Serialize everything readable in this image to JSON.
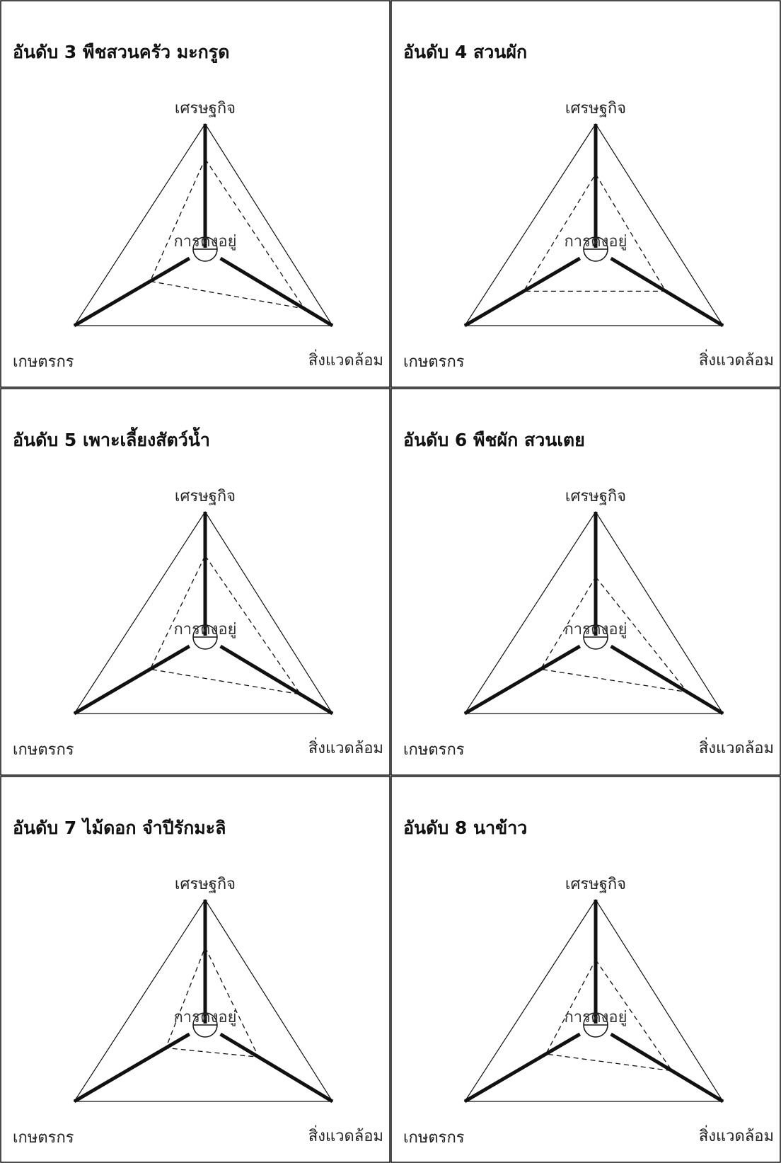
{
  "axis_labels": {
    "economy": "เศรษฐกิจ",
    "farmer": "เกษตรกร",
    "environment": "สิ่งแวดล้อม",
    "center": "การคงอยู่"
  },
  "cells": [
    {
      "title": "อันดับ 3 พืชสวนครัว  มะกรูด",
      "scores": {
        "economy": 0.72,
        "environment": 0.78,
        "farmer": 0.42
      }
    },
    {
      "title": "อันดับ 4 สวนผัก",
      "scores": {
        "economy": 0.6,
        "environment": 0.55,
        "farmer": 0.55
      }
    },
    {
      "title": "อันดับ 5 เพาะเลี้ยงสัตว์น้ำ",
      "scores": {
        "economy": 0.65,
        "environment": 0.75,
        "farmer": 0.42
      }
    },
    {
      "title": "อันดับ 6 พืชผัก สวนเตย",
      "scores": {
        "economy": 0.48,
        "environment": 0.72,
        "farmer": 0.42
      }
    },
    {
      "title": "อันดับ 7 ไม้ดอก จำปีรักมะลิ",
      "scores": {
        "economy": 0.62,
        "environment": 0.42,
        "farmer": 0.3
      }
    },
    {
      "title": "อันดับ 8 นาข้าว",
      "scores": {
        "economy": 0.52,
        "environment": 0.6,
        "farmer": 0.38
      }
    }
  ]
}
